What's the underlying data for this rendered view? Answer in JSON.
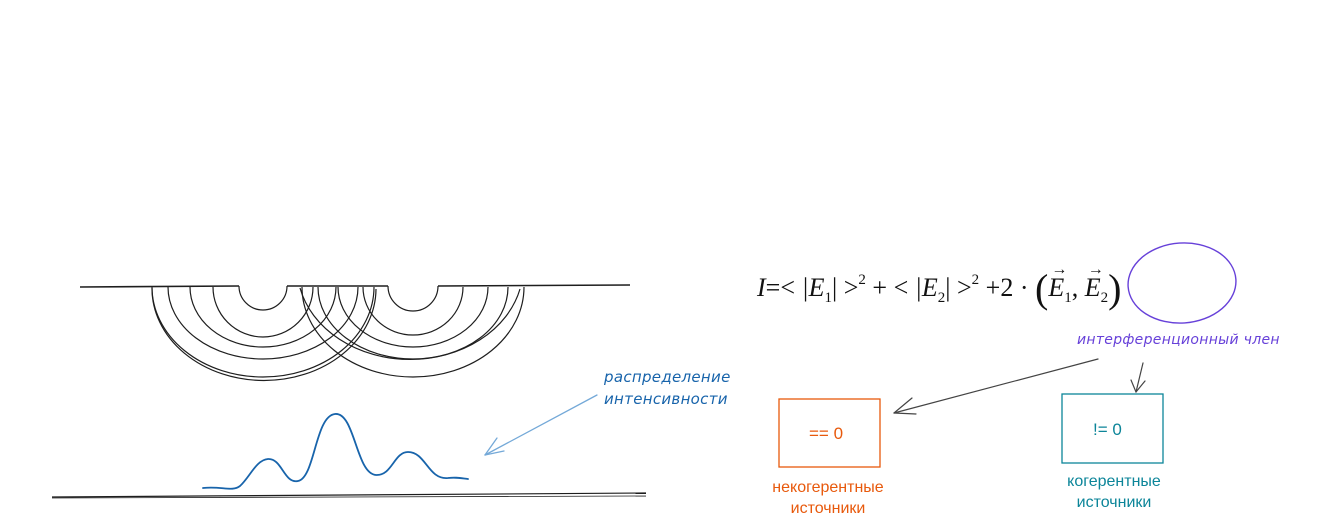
{
  "formula": {
    "lhs": "I",
    "eq": "=<",
    "term1_open": " |E",
    "term1_sub": "1",
    "term1_close": "| >",
    "term1_exp": "2",
    "plus1": " + < ",
    "term2_open": "|E",
    "term2_sub": "2",
    "term2_close": "| >",
    "term2_exp": "2",
    "plus2": " +",
    "cross_coef": "2 · ",
    "vec1": "E",
    "vec1_sub": "1",
    "vec2": "E",
    "vec2_sub": "2"
  },
  "labels": {
    "intensity_line1": "распределение",
    "intensity_line2": "интенсивности",
    "interference_term": "интерференционный член"
  },
  "boxes": {
    "incoherent_value": "== 0",
    "incoherent_caption_line1": "некогерентные",
    "incoherent_caption_line2": "источники",
    "coherent_value": "!= 0",
    "coherent_caption_line1": "когерентные",
    "coherent_caption_line2": "источники"
  },
  "colors": {
    "ink": "#1e1e1e",
    "intensity_curve": "#1864ab",
    "pointer_arrow": "#74a9d8",
    "interference": "#6741d9",
    "incoherent": "#e8590c",
    "coherent": "#0c8599"
  }
}
